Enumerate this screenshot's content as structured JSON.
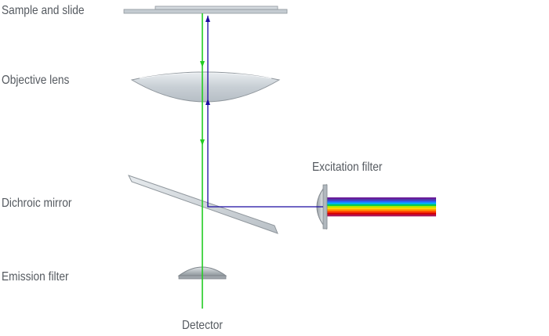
{
  "labels": {
    "sample": "Sample and slide",
    "objective": "Objective lens",
    "dichroic": "Dichroic mirror",
    "emission": "Emission filter",
    "excitation": "Excitation filter",
    "detector": "Detector"
  },
  "colors": {
    "emission_beam": "#22cc22",
    "excitation_beam": "#1a0aa0",
    "label_text": "#555a60",
    "glass_fill": "#c9d0d6",
    "glass_edge": "#8f969c",
    "spectrum": [
      "#6a1b9a",
      "#4a3ab0",
      "#2962ff",
      "#00b0ff",
      "#00c853",
      "#aeea00",
      "#ffd600",
      "#ff9100",
      "#ff3d00",
      "#d50000",
      "#ad1457"
    ]
  }
}
